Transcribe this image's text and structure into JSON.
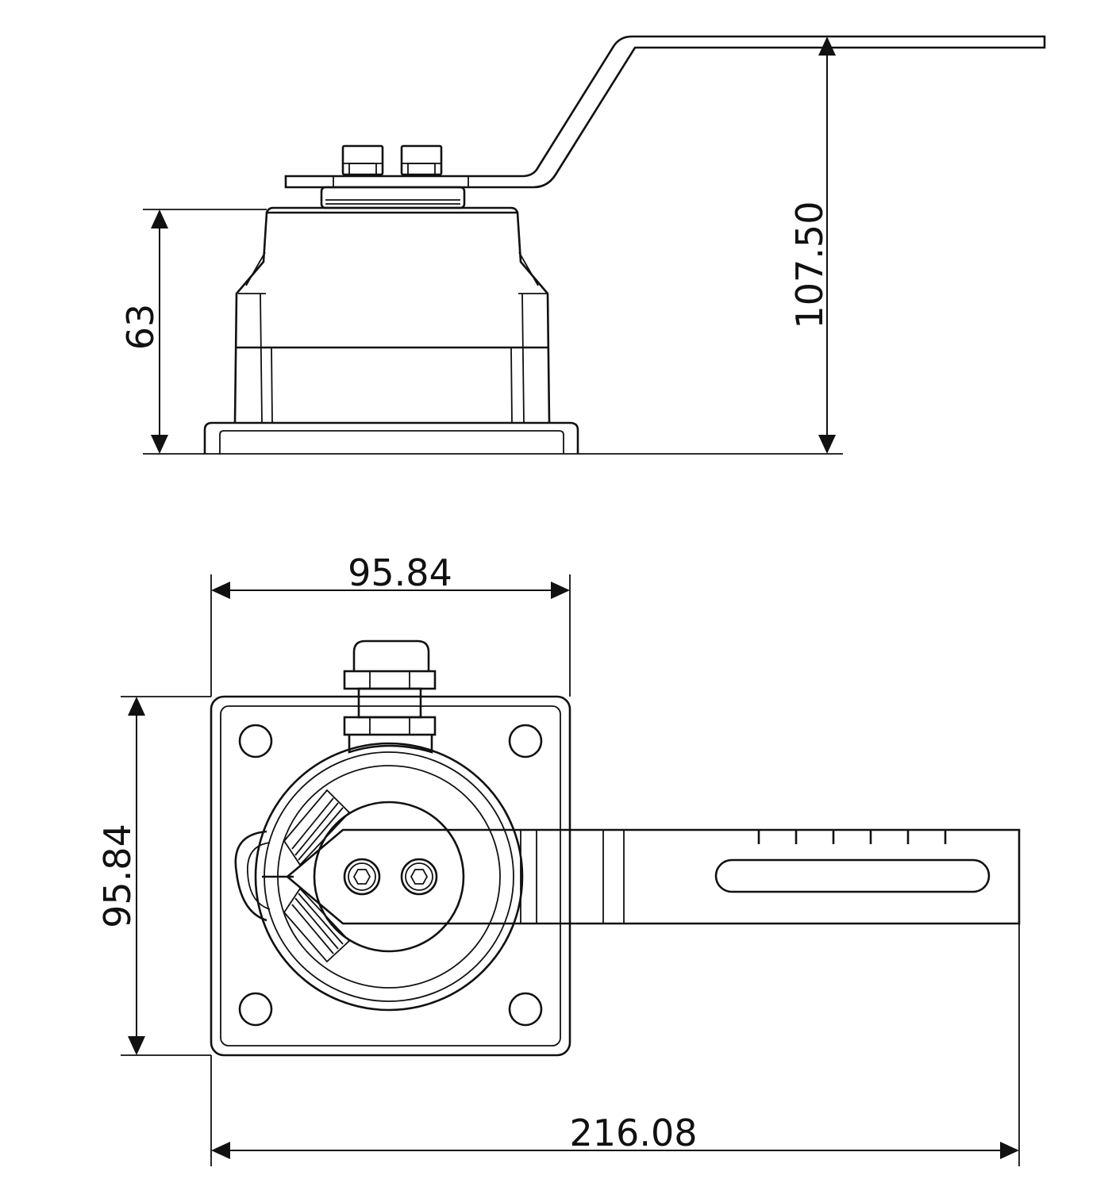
{
  "dimensions": {
    "side_height": "63",
    "total_height": "107.50",
    "top_width": "95.84",
    "top_depth": "95.84",
    "overall_length": "216.08"
  }
}
